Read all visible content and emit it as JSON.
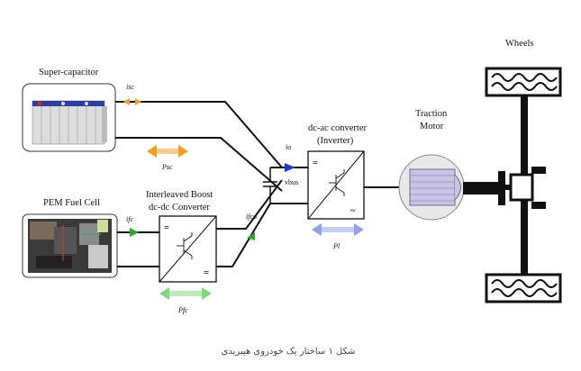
{
  "labels": {
    "supercap": "Super-capacitor",
    "fuel_cell": "PEM Fuel Cell",
    "boost_line1": "Interleaved Boost",
    "boost_line2": "dc-dc Converter",
    "inverter_line1": "dc-ac converter",
    "inverter_line2": "(Inverter)",
    "motor_line1": "Traction",
    "motor_line2": "Motor",
    "wheels": "Wheels",
    "vbus": "vbus",
    "i_sc": "isc",
    "i_fc": "ifc",
    "i_fco": "ifco",
    "i_o": "io",
    "p_sc": "Psc",
    "p_fc": "Pfc",
    "p_l": "Pl",
    "eq_boost_in": "=",
    "eq_boost_out": "=",
    "eq_inv_in": "=",
    "ac_inv_out": "~"
  },
  "caption": "شکل ۱ ساختار یک خودروی هیبریدی",
  "colors": {
    "arrow_orange": "#f0a020",
    "arrow_green": "#7ed87e",
    "arrow_blue": "#8fa0ee",
    "current_blue": "#1e3ccf",
    "current_green": "#2aa82a",
    "motor_purple": "#c9c2e8",
    "line": "#111111"
  },
  "icons": {
    "supercap": "supercapacitor-photo",
    "fuel_cell": "fuel-cell-photo",
    "boost": "igbt-symbol",
    "inverter": "igbt-symbol",
    "motor": "motor-icon",
    "wheel": "tire-icon"
  }
}
